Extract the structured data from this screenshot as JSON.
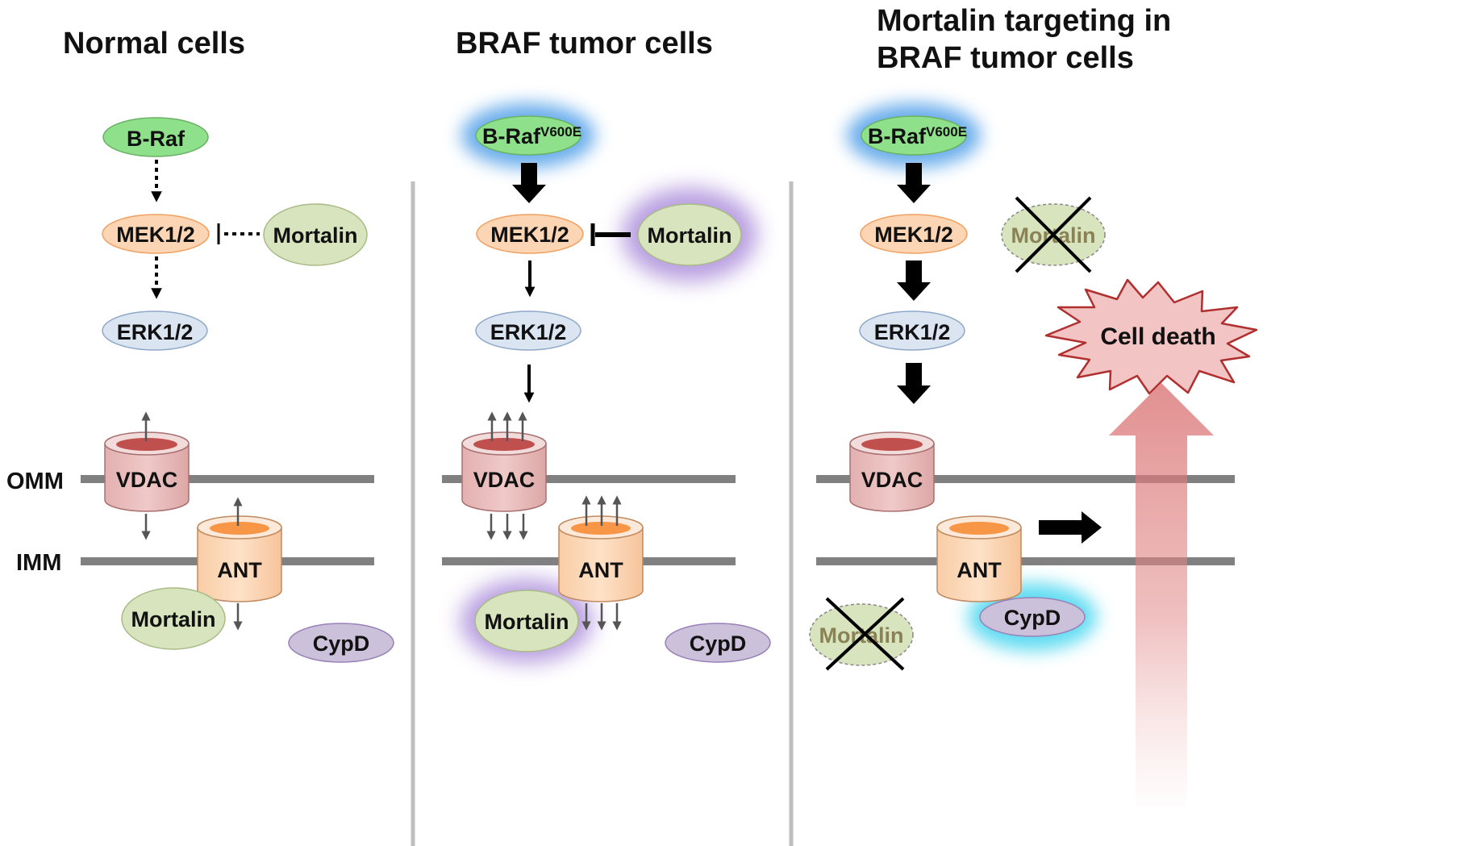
{
  "panels": [
    {
      "title": "Normal cells"
    },
    {
      "title": "BRAF tumor cells"
    },
    {
      "title_line1": "Mortalin targeting in",
      "title_line2": "BRAF tumor cells"
    }
  ],
  "membranes": {
    "outer": "OMM",
    "inner": "IMM"
  },
  "nodes": {
    "braf": "B-Raf",
    "braf_mutant": "B-Raf",
    "braf_mutation": "V600E",
    "mek": "MEK1/2",
    "erk": "ERK1/2",
    "mortalin": "Mortalin",
    "vdac": "VDAC",
    "ant": "ANT",
    "cypd": "CypD"
  },
  "outcome": "Cell death",
  "colors": {
    "braf_fill": "#8fe08a",
    "mek_fill": "#fcd5b4",
    "erk_fill": "#dbe5f1",
    "mortalin_fill": "#d7e4bd",
    "cypd_fill": "#ccc1da",
    "vdac_fill": "#e6b9b8",
    "vdac_pore": "#c0504d",
    "ant_fill": "#fcd5b4",
    "ant_pore": "#f79646",
    "membrane": "#808080",
    "divider": "#bfbfbf",
    "blue_glow": "#4f9fe8",
    "purple_glow": "#a17fd6",
    "cyan_glow": "#4fd8f0",
    "death_fill": "#f2c4c4",
    "death_stroke": "#b03030"
  }
}
